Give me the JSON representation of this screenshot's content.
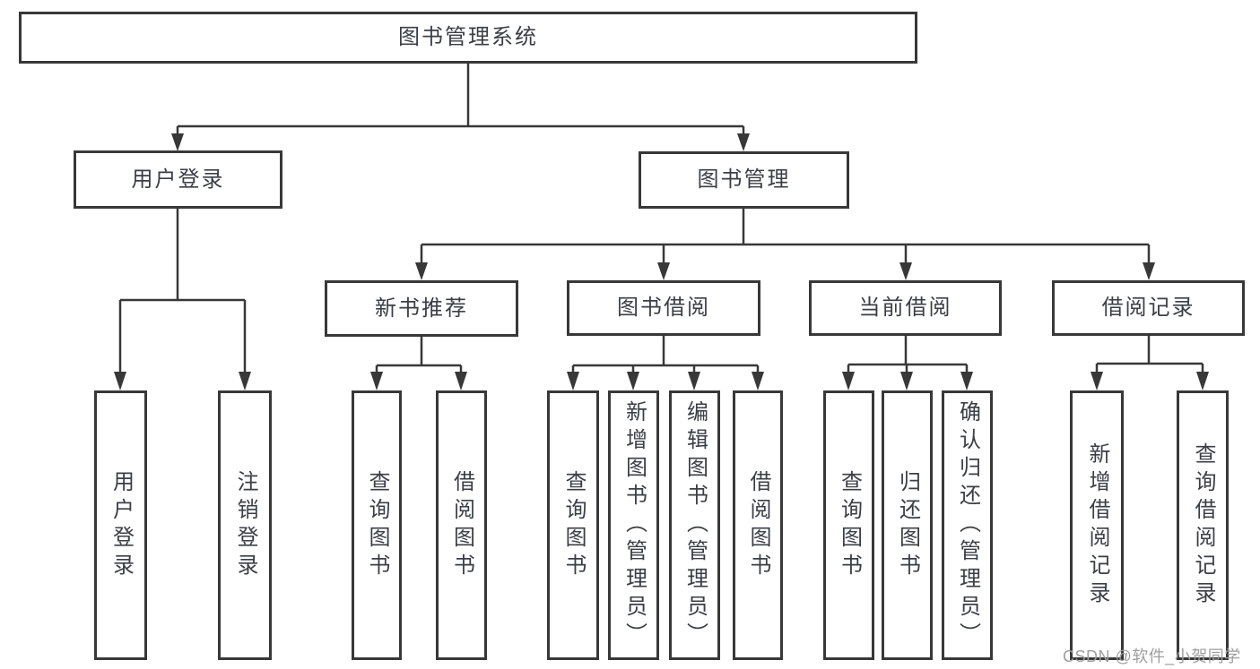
{
  "diagram": {
    "line_color": "#383838",
    "text_color": "#3a3f46",
    "root": {
      "label": "图书管理系统"
    },
    "level2": {
      "user_login": {
        "label": "用户登录"
      },
      "book_mgmt": {
        "label": "图书管理"
      }
    },
    "level3": {
      "new_book_rec": {
        "label": "新书推荐"
      },
      "book_borrow": {
        "label": "图书借阅"
      },
      "current_borrow": {
        "label": "当前借阅"
      },
      "borrow_record": {
        "label": "借阅记录"
      }
    },
    "level4": {
      "user_login_col": {
        "label": "用户登录"
      },
      "logout_col": {
        "label": "注销登录"
      },
      "rec_query_book": {
        "label": "查询图书"
      },
      "rec_borrow_book": {
        "label": "借阅图书"
      },
      "bor_query_book": {
        "label": "查询图书"
      },
      "bor_add_book": {
        "label": "新增图书（管理员）"
      },
      "bor_edit_book": {
        "label": "编辑图书（管理员）"
      },
      "bor_borrow_book": {
        "label": "借阅图书"
      },
      "cur_query_book": {
        "label": "查询图书"
      },
      "cur_return_book": {
        "label": "归还图书"
      },
      "cur_confirm_return": {
        "label": "确认归还（管理员）"
      },
      "rcd_add_record": {
        "label": "新增借阅记录"
      },
      "rcd_query_record": {
        "label": "查询借阅记录"
      }
    }
  },
  "watermark": {
    "text": "CSDN @软件_小贺同学",
    "color": "#9e9e9e"
  }
}
